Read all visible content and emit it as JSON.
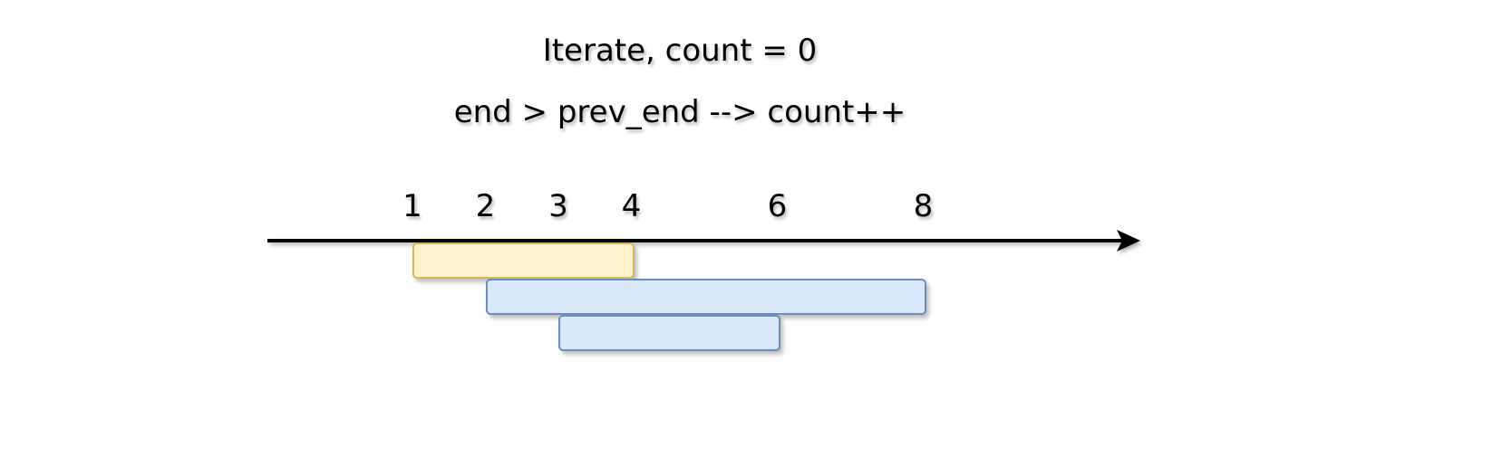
{
  "title": "Iterate, count = 0",
  "rule": "end > prev_end --> count++",
  "axis": {
    "color": "#000000",
    "ticks": [
      {
        "value": 1,
        "label": "1"
      },
      {
        "value": 2,
        "label": "2"
      },
      {
        "value": 3,
        "label": "3"
      },
      {
        "value": 4,
        "label": "4"
      },
      {
        "value": 6,
        "label": "6"
      },
      {
        "value": 8,
        "label": "8"
      }
    ]
  },
  "intervals": [
    {
      "start": 1,
      "end": 4,
      "fill": "#fff2cc",
      "stroke": "#d6b656",
      "highlighted": true
    },
    {
      "start": 2,
      "end": 8,
      "fill": "#dae8fc",
      "stroke": "#6c8ebf",
      "highlighted": false
    },
    {
      "start": 3,
      "end": 6,
      "fill": "#dae8fc",
      "stroke": "#6c8ebf",
      "highlighted": false
    }
  ]
}
